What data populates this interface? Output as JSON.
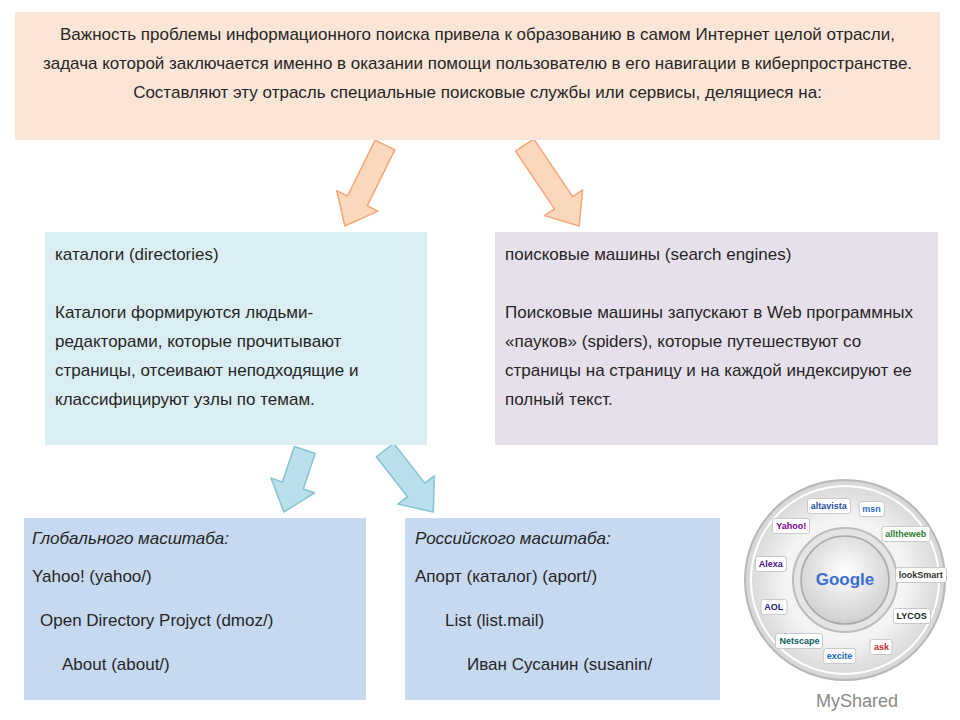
{
  "diagram": {
    "nodes": [
      {
        "text": [
          "Важность проблемы информационного поиска привела к образованию в самом Интернет целой отрасли, задача которой заключается именно в оказании помощи пользователю в его навигации в киберпространстве. Составляют эту отрасль специальные поисковые службы или сервисы, делящиеся на:"
        ]
      },
      {
        "text": [
          "каталоги (directories)",
          "Каталоги формируются людьми-редакторами, которые прочитывают страницы, отсеивают неподходящие и классифицируют узлы по темам."
        ]
      },
      {
        "text": [
          "поисковые машины (search engines)",
          "Поисковые машины запускают в Web программных «пауков» (spiders), которые путешествуют со страницы на страницу и на каждой индексируют ее полный текст."
        ]
      },
      {
        "text": [
          "Глобального масштаба:",
          "Yahoo! (yahoo/)",
          "Open Directory Projyct (dmoz/)",
          "About (about/)"
        ]
      },
      {
        "text": [
          "Российского масштаба:",
          "Апорт (каталог) (aport/)",
          "List (list.mail)",
          "Иван Сусанин (susanin/"
        ]
      }
    ],
    "edges": [
      {
        "from": 0,
        "to": 1,
        "arrow": "to"
      },
      {
        "from": 0,
        "to": 2,
        "arrow": "to"
      },
      {
        "from": 1,
        "to": 3,
        "arrow": "to"
      },
      {
        "from": 1,
        "to": 4,
        "arrow": "to"
      }
    ],
    "labels": [
      "Yahoo!",
      "altavista",
      "msn",
      "alltheweb",
      "lookSmart",
      "LYCOS",
      "ask",
      "excite",
      "Netscape",
      "AOL",
      "Alexa",
      "Google",
      "MyShared"
    ]
  }
}
